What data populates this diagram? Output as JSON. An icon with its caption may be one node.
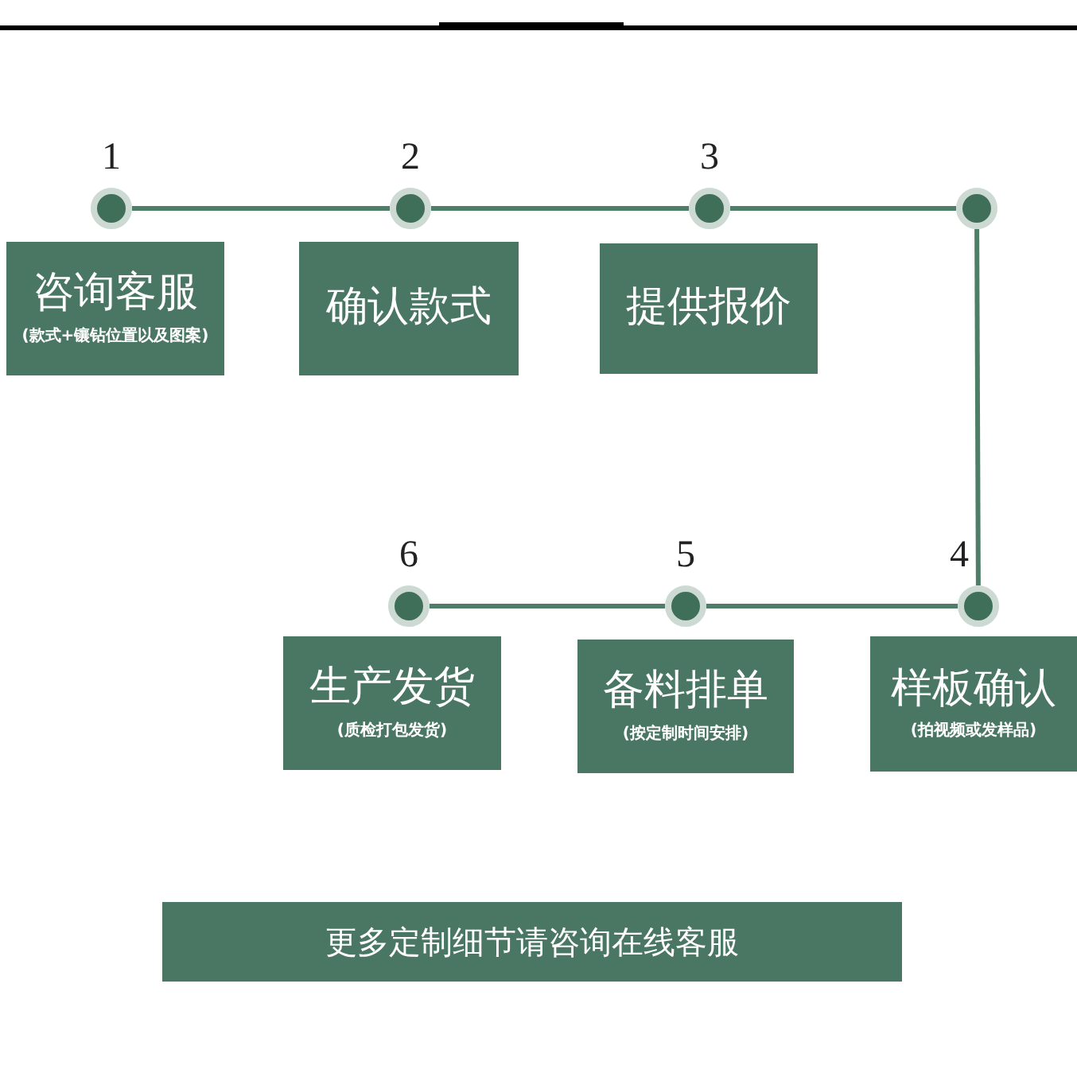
{
  "diagram": {
    "nodes": [
      {
        "text": [],
        "shape": "circle",
        "beside": [
          "1"
        ]
      },
      {
        "text": [],
        "shape": "circle",
        "beside": [
          "2"
        ]
      },
      {
        "text": [],
        "shape": "circle",
        "beside": [
          "3"
        ]
      },
      {
        "text": [],
        "shape": "circle"
      },
      {
        "text": [],
        "shape": "circle",
        "beside": [
          "4"
        ]
      },
      {
        "text": [],
        "shape": "circle",
        "beside": [
          "5"
        ]
      },
      {
        "text": [],
        "shape": "circle",
        "beside": [
          "6"
        ]
      },
      {
        "text": [
          "咨询客服",
          "(款式+镶钻位置以及图案)"
        ]
      },
      {
        "text": [
          "确认款式"
        ]
      },
      {
        "text": [
          "提供报价"
        ]
      },
      {
        "text": [
          "样板确认",
          "(拍视频或发样品)"
        ]
      },
      {
        "text": [
          "备料排单",
          "(按定制时间安排)"
        ]
      },
      {
        "text": [
          "生产发货",
          "(质检打包发货)"
        ]
      },
      {
        "text": [
          "更多定制细节请咨询在线客服"
        ]
      }
    ],
    "edges": [
      {
        "from": 0,
        "to": 1,
        "arrow": "none"
      },
      {
        "from": 1,
        "to": 2,
        "arrow": "none"
      },
      {
        "from": 2,
        "to": 3,
        "arrow": "none"
      },
      {
        "from": 3,
        "to": 4,
        "arrow": "none"
      },
      {
        "from": 4,
        "to": 5,
        "arrow": "none"
      },
      {
        "from": 5,
        "to": 6,
        "arrow": "none"
      }
    ]
  }
}
